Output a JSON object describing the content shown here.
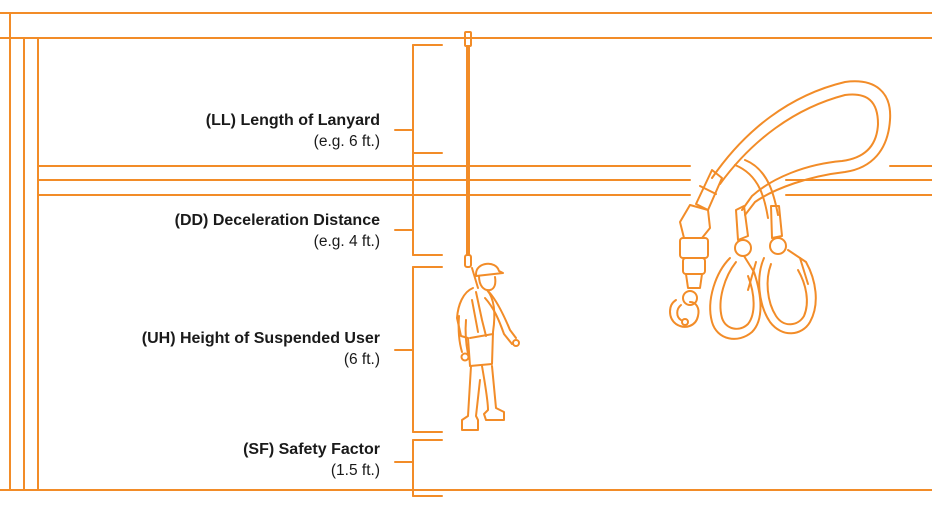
{
  "colors": {
    "line": "#F28C28",
    "text": "#1a1a1a",
    "background": "#ffffff"
  },
  "labels": [
    {
      "id": "ll",
      "title": "(LL) Length of Lanyard",
      "value": "(e.g. 6 ft.)"
    },
    {
      "id": "dd",
      "title": "(DD) Deceleration Distance",
      "value": "(e.g. 4 ft.)"
    },
    {
      "id": "uh",
      "title": "(UH) Height of Suspended User",
      "value": "(6 ft.)"
    },
    {
      "id": "sf",
      "title": "(SF) Safety Factor",
      "value": "(1.5 ft.)"
    }
  ],
  "icons": {
    "worker": "suspended-worker-icon",
    "lanyard": "twin-leg-lanyard-icon"
  }
}
